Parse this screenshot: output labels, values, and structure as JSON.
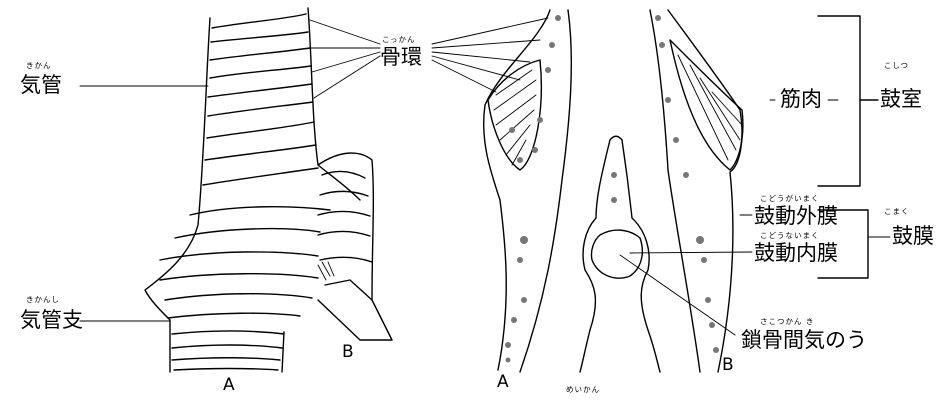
{
  "labels": {
    "kikan": {
      "text": "気管",
      "ruby": "きかん"
    },
    "kokan": {
      "text": "骨環",
      "ruby": "こっかん"
    },
    "kikanshi": {
      "text": "気管支",
      "ruby": "きかんし"
    },
    "kinniku": {
      "text": "筋肉"
    },
    "koshitsu": {
      "text": "鼓室",
      "ruby": "こしつ"
    },
    "kodougaimaku": {
      "text": "鼓動外膜",
      "ruby": "こどうがいまく"
    },
    "komaku": {
      "text": "鼓膜",
      "ruby": "こまく"
    },
    "kodounaimaku": {
      "text": "鼓動内膜",
      "ruby": "こどうないまく"
    },
    "sakotsukankinou": {
      "text": "鎖骨間気のう",
      "ruby": "さこつかん き"
    },
    "meikan_ruby": "めいかん"
  },
  "letters": {
    "left_a": "A",
    "left_b": "B",
    "right_a": "A",
    "right_b": "B"
  }
}
